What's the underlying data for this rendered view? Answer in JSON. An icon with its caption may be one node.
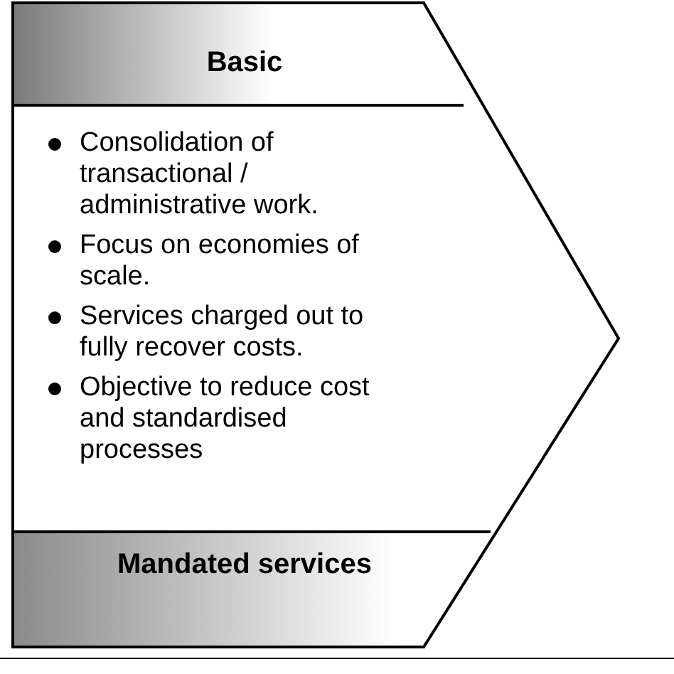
{
  "diagram": {
    "nodes": [
      {
        "text": [
          "Basic",
          "Consolidation of transactional / administrative work.",
          "Focus on economies of scale.",
          "Services charged out to fully recover costs.",
          "Objective to reduce cost and standardised processes",
          "Mandated services"
        ]
      }
    ]
  }
}
